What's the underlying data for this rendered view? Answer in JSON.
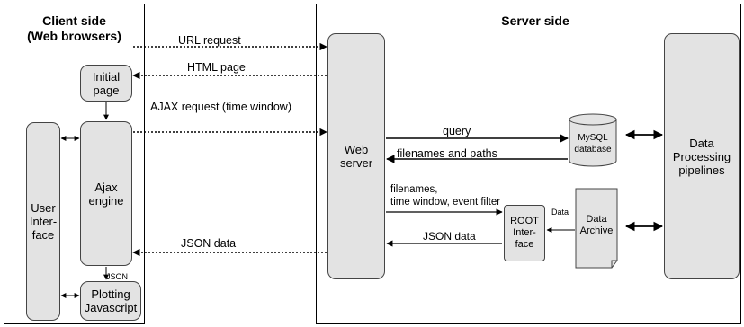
{
  "client": {
    "title": "Client side\n(Web browsers)"
  },
  "server": {
    "title": "Server side"
  },
  "boxes": {
    "initial_page": "Initial\npage",
    "user_interface": "User\nInter-\nface",
    "ajax_engine": "Ajax\nengine",
    "plotting": "Plotting\nJavascript",
    "web_server": "Web\nserver",
    "mysql": "MySQL\ndatabase",
    "pipelines": "Data\nProcessing\npipelines",
    "root_interface": "ROOT\nInter-\nface",
    "data_archive": "Data\nArchive"
  },
  "arrows": {
    "url_request": "URL request",
    "html_page": "HTML page",
    "ajax_request": "AJAX request (time window)",
    "query": "query",
    "filenames_paths": "filenames  and paths",
    "filenames_filter": "filenames,\ntime window, event filter",
    "json_data_server": "JSON data",
    "json_data_client": "JSON data",
    "json_small": "JSON",
    "data_small": "Data"
  }
}
